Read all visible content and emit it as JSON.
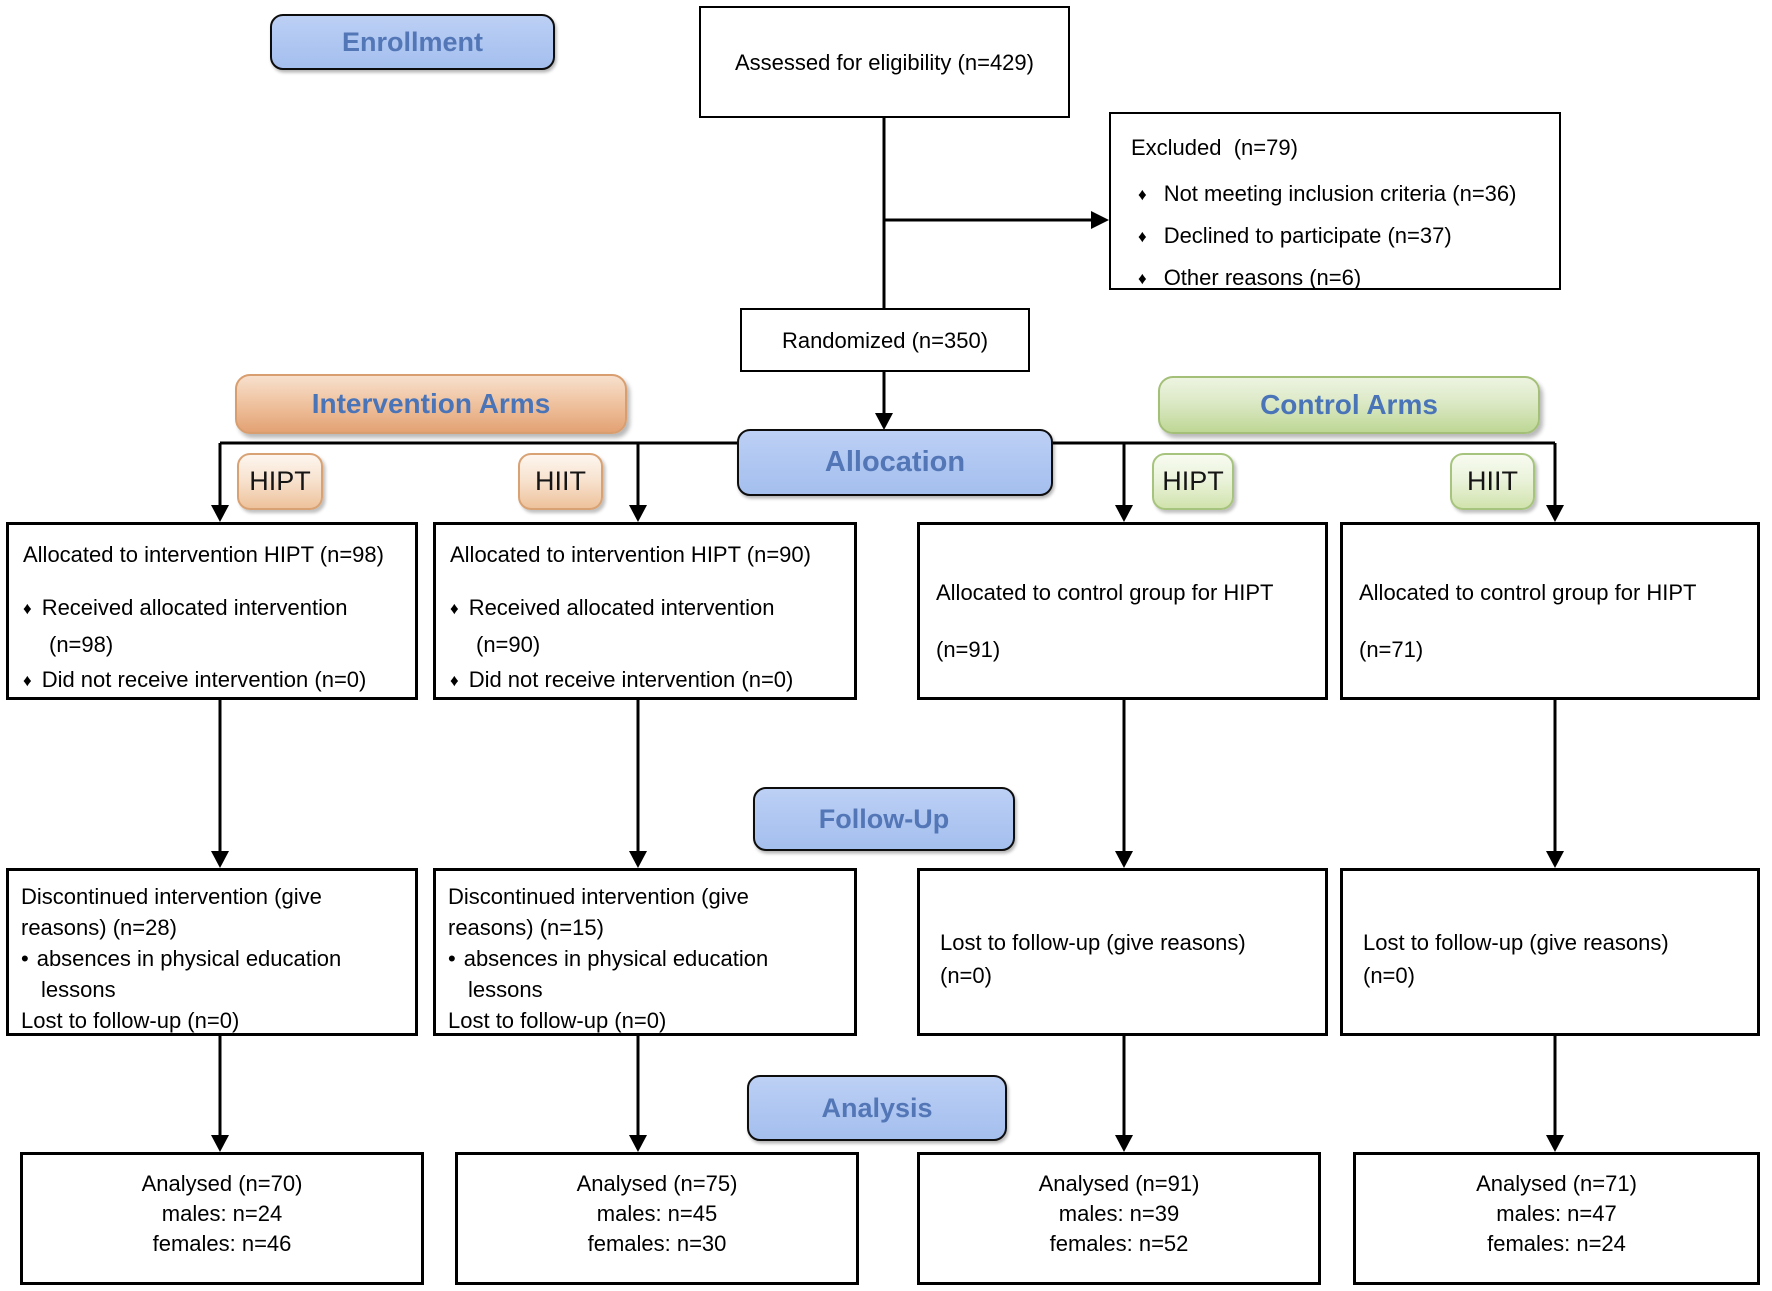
{
  "glyphs": {
    "diamond": "♦",
    "dot": "•"
  },
  "colors": {
    "stage_fill": "#aec6f1",
    "stage_text": "#5376b6",
    "intervention_orange": "#e8a97c",
    "control_green": "#c4db9a",
    "arm_text": "#4a74b8",
    "line": "#000000"
  },
  "stage_labels": {
    "enrollment": "Enrollment",
    "allocation": "Allocation",
    "followup": "Follow-Up",
    "analysis": "Analysis"
  },
  "arm_labels": {
    "intervention": "Intervention Arms",
    "control": "Control Arms",
    "int_hipt": "HIPT",
    "int_hiit": "HIIT",
    "ctl_hipt": "HIPT",
    "ctl_hiit": "HIIT"
  },
  "enrollment": {
    "assessed": "Assessed for eligibility (n=429)",
    "excluded_title": "Excluded  (n=79)",
    "excluded_items": [
      "Not meeting inclusion criteria (n=36)",
      "Declined to participate (n=37)",
      "Other reasons (n=6)"
    ],
    "randomized": "Randomized (n=350)"
  },
  "allocation_boxes": {
    "int_hipt": {
      "title": "Allocated to intervention HIPT (n=98)",
      "received": "Received allocated intervention",
      "received_n": "(n=98)",
      "not_received": "Did not receive intervention (n=0)"
    },
    "int_hiit": {
      "title": "Allocated to intervention HIPT (n=90)",
      "received": "Received allocated intervention",
      "received_n": "(n=90)",
      "not_received": "Did not receive intervention (n=0)"
    },
    "ctl_hipt": {
      "title": "Allocated to control group for HIPT",
      "n": "(n=91)"
    },
    "ctl_hiit": {
      "title": "Allocated to control group for HIPT",
      "n": "(n=71)"
    }
  },
  "followup_boxes": {
    "int_hipt": {
      "line1": "Discontinued intervention (give",
      "line2": "reasons) (n=28)",
      "line3": "absences in physical education",
      "line4": "lessons",
      "line5": "Lost to follow-up (n=0)"
    },
    "int_hiit": {
      "line1": "Discontinued intervention (give",
      "line2": "reasons) (n=15)",
      "line3": "absences in physical education",
      "line4": "lessons",
      "line5": "Lost to follow-up (n=0)"
    },
    "ctl_hipt": {
      "line1": "Lost to follow-up (give reasons)",
      "line2": "(n=0)"
    },
    "ctl_hiit": {
      "line1": "Lost to follow-up (give reasons)",
      "line2": "(n=0)"
    }
  },
  "analysis_boxes": {
    "int_hipt": {
      "line1": "Analysed (n=70)",
      "line2": "males: n=24",
      "line3": "females: n=46"
    },
    "int_hiit": {
      "line1": "Analysed (n=75)",
      "line2": "males: n=45",
      "line3": "females: n=30"
    },
    "ctl_hipt": {
      "line1": "Analysed (n=91)",
      "line2": "males: n=39",
      "line3": "females: n=52"
    },
    "ctl_hiit": {
      "line1": "Analysed (n=71)",
      "line2": "males: n=47",
      "line3": "females: n=24"
    }
  }
}
